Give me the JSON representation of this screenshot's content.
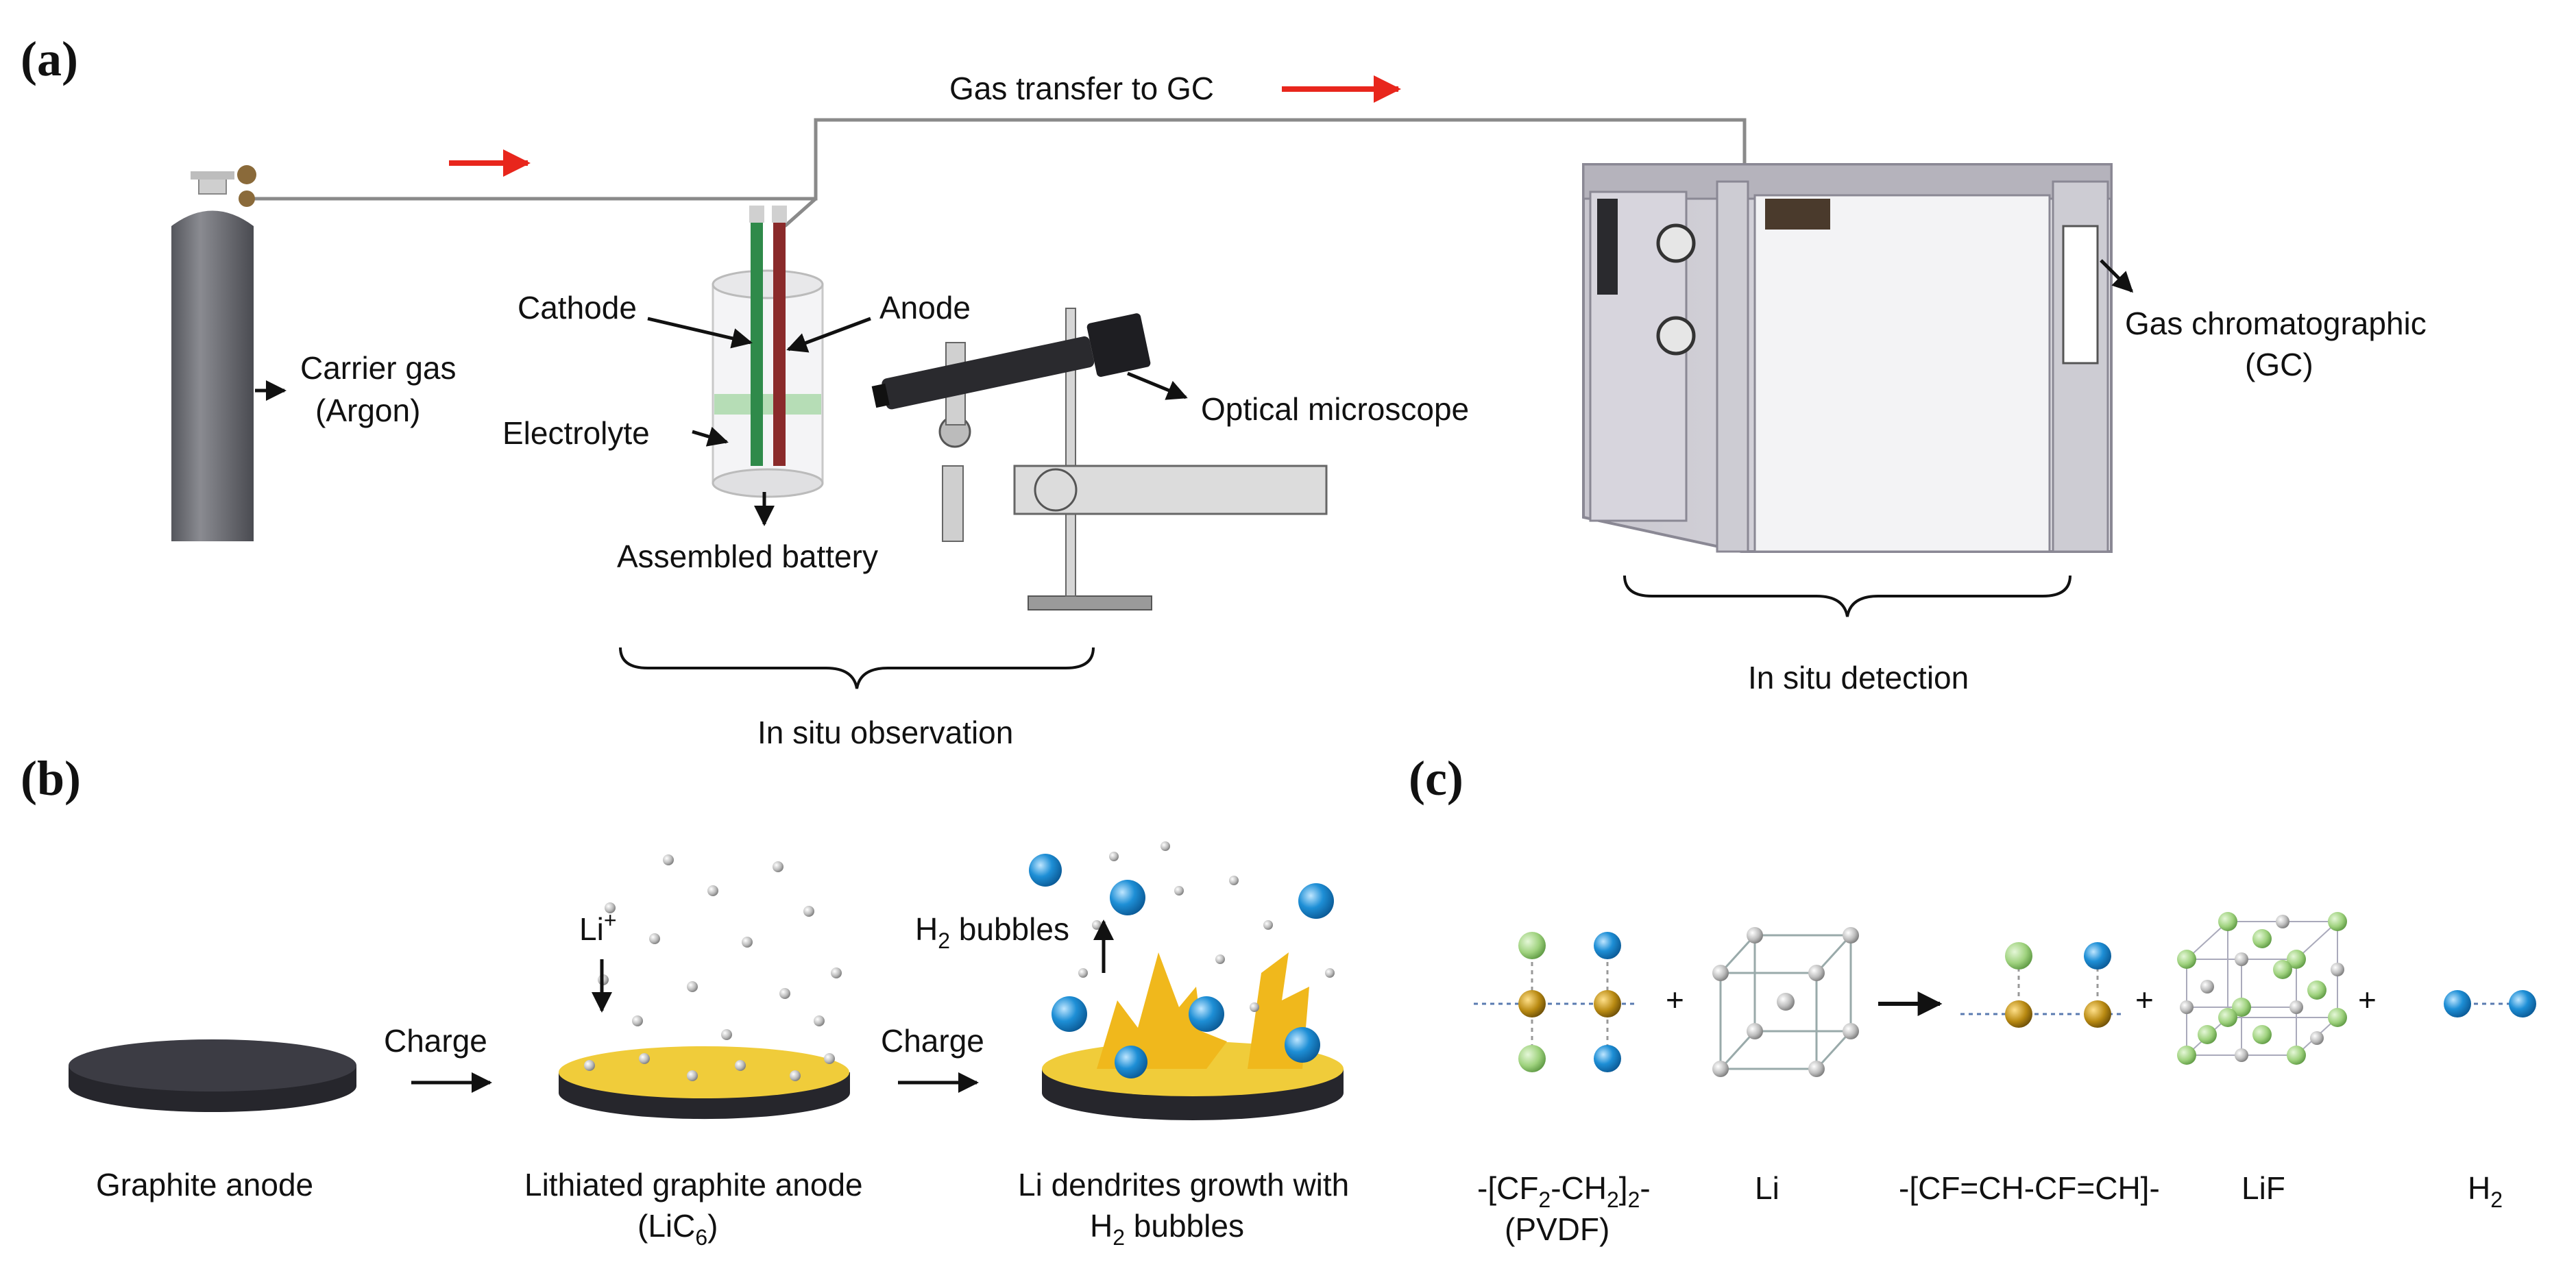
{
  "panel_a": {
    "tag": "(a)",
    "gas_transfer": "Gas transfer to GC",
    "carrier_gas_1": "Carrier gas",
    "carrier_gas_2": "(Argon)",
    "cathode": "Cathode",
    "anode": "Anode",
    "electrolyte": "Electrolyte",
    "assembled_battery": "Assembled battery",
    "optical_microscope": "Optical microscope",
    "gc_1": "Gas chromatographic",
    "gc_2": "(GC)",
    "in_situ_observation": "In situ observation",
    "in_situ_detection": "In situ detection"
  },
  "panel_b": {
    "tag": "(b)",
    "charge_1": "Charge",
    "charge_2": "Charge",
    "li_ion": "Li",
    "li_ion_sup": "+",
    "h2_bubbles_main": "H",
    "h2_bubbles_sub": "2",
    "h2_bubbles_rest": " bubbles",
    "graphite_anode": "Graphite anode",
    "lithiated_1": "Lithiated graphite anode",
    "lithiated_2_open": "(LiC",
    "lithiated_2_sub": "6",
    "lithiated_2_close": ")",
    "dendrites_1": "Li dendrites growth with",
    "dendrites_2_main": "H",
    "dendrites_2_sub": "2",
    "dendrites_2_rest": " bubbles"
  },
  "panel_c": {
    "tag": "(c)",
    "plus": "+",
    "pvdf_1_a": "-[CF",
    "pvdf_1_sub1": "2",
    "pvdf_1_b": "-CH",
    "pvdf_1_sub2": "2",
    "pvdf_1_c": "]",
    "pvdf_1_sub3": "2",
    "pvdf_1_d": "-",
    "pvdf_2": "(PVDF)",
    "li": "Li",
    "product": "-[CF=CH-CF=CH]-",
    "lif": "LiF",
    "h2_main": "H",
    "h2_sub": "2"
  },
  "colors": {
    "arrow_red": "#e8261c",
    "li_gold": "#f0cc3a",
    "h2_blue": "#1e8fd6",
    "f_green": "#9fd27e",
    "c_brown": "#b98a12",
    "disk_dark": "#3c3c44"
  }
}
